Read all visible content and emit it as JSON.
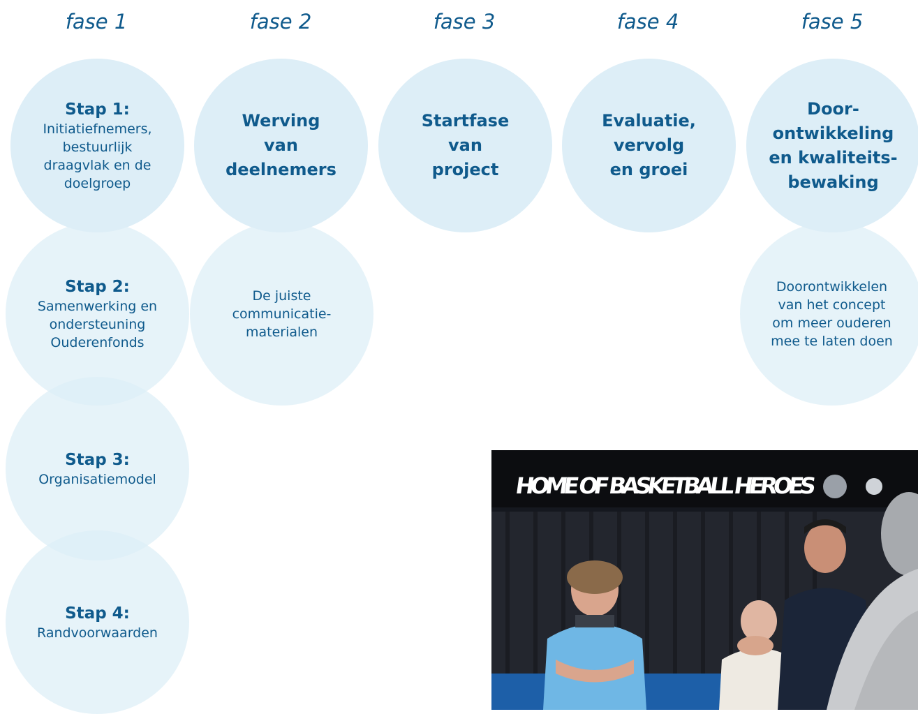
{
  "phases": [
    "fase 1",
    "fase 2",
    "fase 3",
    "fase 4",
    "fase 5"
  ],
  "main_circles": [
    {
      "title": "Stap 1:",
      "lines": [
        "Initiatiefnemers,",
        "bestuurlijk",
        "draagvlak en de",
        "doelgroep"
      ]
    },
    {
      "lines": [
        "Werving",
        "van",
        "deelnemers"
      ]
    },
    {
      "lines": [
        "Startfase",
        "van",
        "project"
      ]
    },
    {
      "lines": [
        "Evaluatie,",
        "vervolg",
        "en groei"
      ]
    },
    {
      "lines": [
        "Door-",
        "ontwikkeling",
        "en kwaliteits-",
        "bewaking"
      ]
    }
  ],
  "steps": [
    {
      "title": "Stap 2:",
      "lines": [
        "Samenwerking en",
        "ondersteuning",
        "Ouderenfonds"
      ]
    },
    {
      "title": "Stap 3:",
      "lines": [
        "Organisatiemodel"
      ]
    },
    {
      "title": "Stap 4:",
      "lines": [
        "Randvoorwaarden"
      ]
    }
  ],
  "fase2_sub": {
    "lines": [
      "De juiste",
      "communicatie-",
      "materialen"
    ]
  },
  "fase5_sub": {
    "lines": [
      "Doorontwikkelen",
      "van het concept",
      "om meer ouderen",
      "mee te laten doen"
    ]
  },
  "photo": {
    "banner_text": "HOME OF BASKETBALL HEROES"
  },
  "colors": {
    "circle": "#ddeef7",
    "text": "#0f5a8c"
  }
}
